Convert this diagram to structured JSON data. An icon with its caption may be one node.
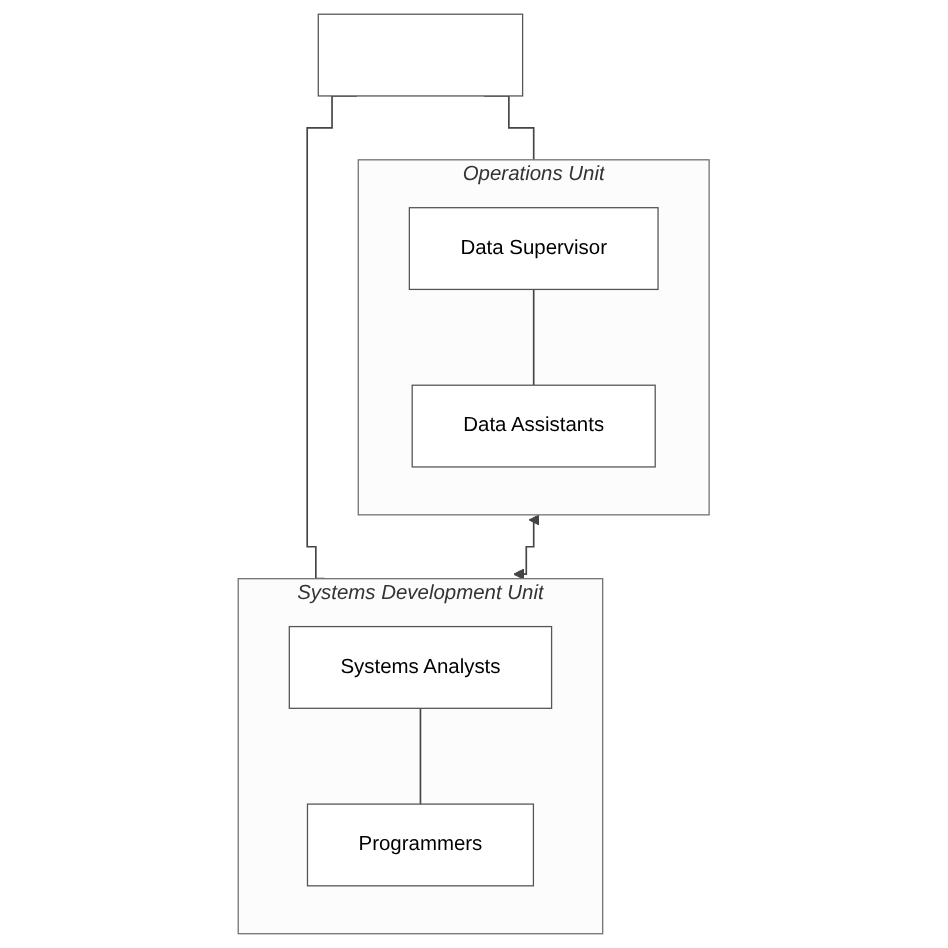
{
  "diagram": {
    "nodes": [
      {
        "text": [],
        "shape": "box"
      },
      {
        "text": [
          "Operations Unit"
        ]
      },
      {
        "text": [
          "Data Supervisor"
        ],
        "in": 1
      },
      {
        "text": [
          "Data Assistants"
        ],
        "in": 1
      },
      {
        "text": [
          "Systems Development Unit"
        ]
      },
      {
        "text": [
          "Systems Analysts"
        ],
        "in": 4
      },
      {
        "text": [
          "Programmers"
        ],
        "in": 4
      }
    ],
    "edges": [
      {
        "from": 0,
        "to": 1,
        "arrow": "none"
      },
      {
        "from": 0,
        "to": 4,
        "arrow": "none"
      },
      {
        "from": 2,
        "to": 3,
        "arrow": "none"
      },
      {
        "from": 5,
        "to": 6,
        "arrow": "none"
      },
      {
        "from": 1,
        "to": 4,
        "arrow": "both"
      }
    ]
  }
}
